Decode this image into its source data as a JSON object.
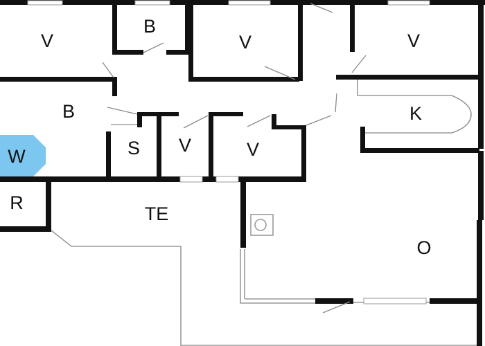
{
  "plan": {
    "rooms": [
      {
        "id": "room-v1",
        "label": "V"
      },
      {
        "id": "room-b1",
        "label": "B"
      },
      {
        "id": "room-v2",
        "label": "V"
      },
      {
        "id": "room-v3",
        "label": "V"
      },
      {
        "id": "room-b2",
        "label": "B"
      },
      {
        "id": "room-k",
        "label": "K"
      },
      {
        "id": "room-w",
        "label": "W"
      },
      {
        "id": "room-s",
        "label": "S"
      },
      {
        "id": "room-v4",
        "label": "V"
      },
      {
        "id": "room-v5",
        "label": "V"
      },
      {
        "id": "room-r",
        "label": "R"
      },
      {
        "id": "room-te",
        "label": "TE"
      },
      {
        "id": "room-o",
        "label": "O"
      }
    ],
    "colors": {
      "wall": "#111111",
      "fixture_line": "#9a9a9a",
      "whirlpool_fill": "#7cc7ef",
      "background": "#ffffff"
    }
  }
}
